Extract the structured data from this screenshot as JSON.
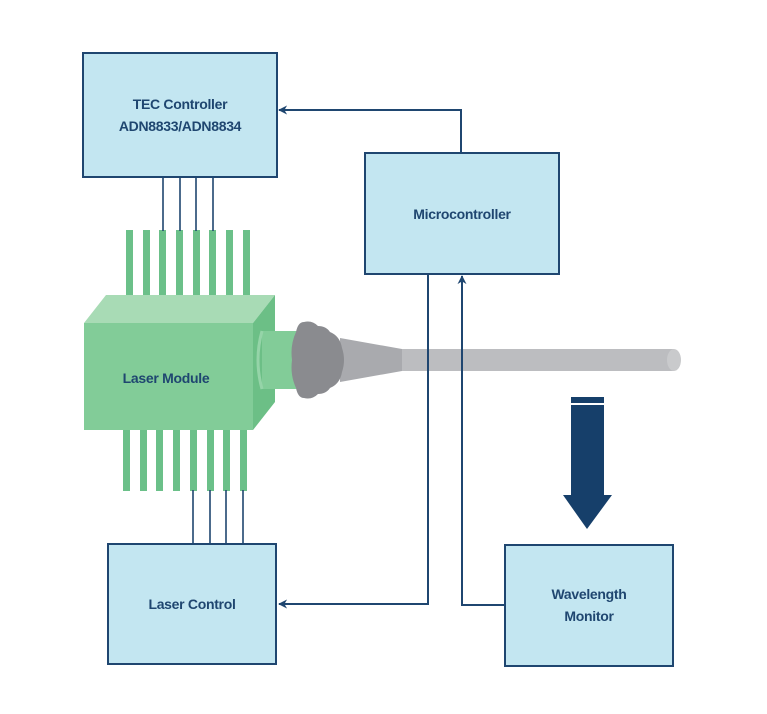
{
  "diagram": {
    "type": "block-diagram",
    "blocks": {
      "tec_controller": {
        "line1": "TEC Controller",
        "line2": "ADN8833/ADN8834"
      },
      "microcontroller": {
        "label": "Microcontroller"
      },
      "laser_module": {
        "label": "Laser Module"
      },
      "laser_control": {
        "label": "Laser Control"
      },
      "wavelength_monitor": {
        "line1": "Wavelength",
        "line2": "Monitor"
      }
    },
    "connections": [
      {
        "from": "Microcontroller",
        "to": "TEC Controller ADN8833/ADN8834"
      },
      {
        "from": "Microcontroller",
        "to": "Laser Control"
      },
      {
        "from": "Wavelength Monitor",
        "to": "Microcontroller"
      },
      {
        "from": "TEC Controller ADN8833/ADN8834",
        "to": "Laser Module",
        "wires": 4
      },
      {
        "from": "Laser Control",
        "to": "Laser Module",
        "wires": 4
      },
      {
        "from": "Optical fiber",
        "to": "Wavelength Monitor",
        "style": "thick-arrow"
      }
    ],
    "colors": {
      "block_fill": "#c3e6f1",
      "block_stroke": "#1f4670",
      "line": "#1f4670",
      "module_front": "#82cc98",
      "module_top": "#a8dbb5",
      "module_side": "#6cbf86",
      "pins": "#6bc089",
      "fiber": "#bcbdc0",
      "connector": "#8a8b8f",
      "big_arrow": "#163f6a"
    }
  }
}
